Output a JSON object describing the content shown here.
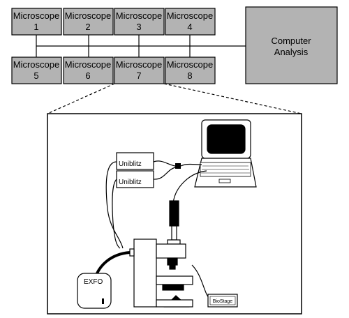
{
  "microscopes": [
    {
      "line1": "Microscope",
      "line2": "1"
    },
    {
      "line1": "Microscope",
      "line2": "2"
    },
    {
      "line1": "Microscope",
      "line2": "3"
    },
    {
      "line1": "Microscope",
      "line2": "4"
    },
    {
      "line1": "Microscope",
      "line2": "5"
    },
    {
      "line1": "Microscope",
      "line2": "6"
    },
    {
      "line1": "Microscope",
      "line2": "7"
    },
    {
      "line1": "Microscope",
      "line2": "8"
    }
  ],
  "computer": {
    "line1": "Computer",
    "line2": "Analysis"
  },
  "detail": {
    "shutter_top": "Uniblitz",
    "shutter_bottom": "Uniblitz",
    "light_source": "EXFO",
    "stage": "BioStage"
  },
  "colors": {
    "box_fill": "#b3b3b3",
    "line": "#000000"
  }
}
